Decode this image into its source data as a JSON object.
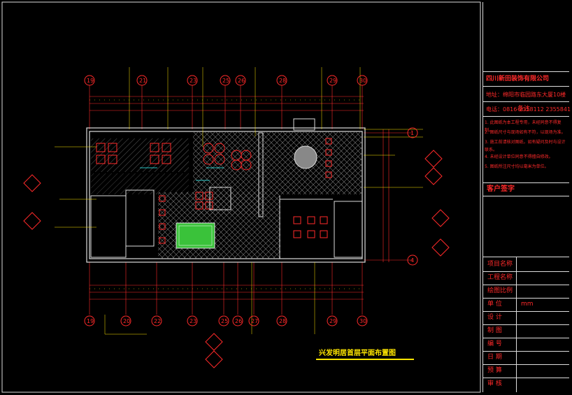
{
  "title_block": {
    "company": "四川新田装饰有限公司",
    "address": "地址：绵阳市临园路东大厦10楼",
    "phone": "电话：0816-2358112  2355841",
    "notes_heading": "备注",
    "notes": [
      "1. 此图纸为本工程专用，未经同意不得复制。",
      "2. 图纸尺寸与现场如有不符，以现场为准。",
      "3. 施工前请核对图纸，如有疑问及时与设计联系。",
      "4. 未经设计单位同意不得擅自修改。",
      "5. 图纸所注尺寸均以毫米为单位。"
    ],
    "client_sign": "客户签字",
    "rows": [
      {
        "label": "项目名称",
        "value": ""
      },
      {
        "label": "工程名称",
        "value": ""
      },
      {
        "label": "绘图比例",
        "value": ""
      },
      {
        "label": "单  位",
        "value": "mm"
      },
      {
        "label": "设  计",
        "value": ""
      },
      {
        "label": "制  图",
        "value": ""
      },
      {
        "label": "编  号",
        "value": ""
      },
      {
        "label": "日  期",
        "value": ""
      },
      {
        "label": "预  算",
        "value": ""
      },
      {
        "label": "审  核",
        "value": ""
      }
    ]
  },
  "drawing_title": "兴发明居首层平面布置图",
  "grid_axes_top": [
    "19",
    "21",
    "23",
    "25",
    "26",
    "28",
    "29",
    "30"
  ],
  "grid_axes_bottom": [
    "19",
    "20",
    "22",
    "23",
    "25",
    "26",
    "27",
    "28",
    "29",
    "30"
  ],
  "grid_axes_side": [
    "1",
    "4"
  ],
  "colors": {
    "background": "#000000",
    "red": "#ff2a2a",
    "yellow": "#ffe600",
    "white": "#eeeeee",
    "cyan": "#33ffff",
    "green": "#3ac23a"
  }
}
